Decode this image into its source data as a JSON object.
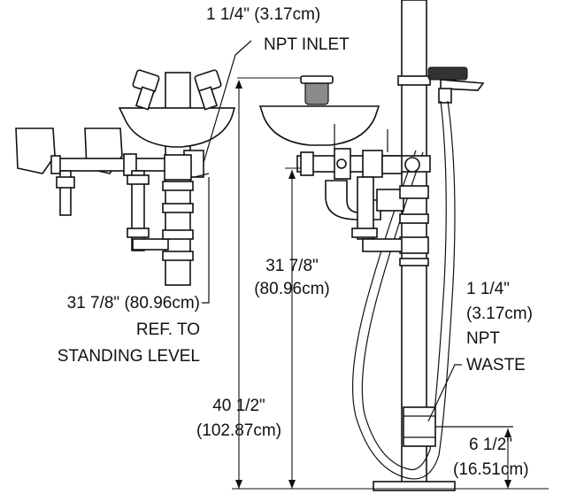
{
  "labels": {
    "inlet_size": "1 1/4\"  (3.17cm)",
    "inlet_type": "NPT INLET",
    "ref_height": "31 7/8\" (80.96cm)",
    "ref_to": "REF. TO",
    "standing_level": "STANDING LEVEL",
    "bowl_height_in": "31 7/8\"",
    "bowl_height_cm": "(80.96cm)",
    "waste_size_in": "1 1/4\"",
    "waste_size_cm": "(3.17cm)",
    "waste_npt": "NPT",
    "waste_label": "WASTE",
    "total_height_in": "40 1/2\"",
    "total_height_cm": "(102.87cm)",
    "waste_height_in": "6 1/2\"",
    "waste_height_cm": "(16.51cm)"
  }
}
